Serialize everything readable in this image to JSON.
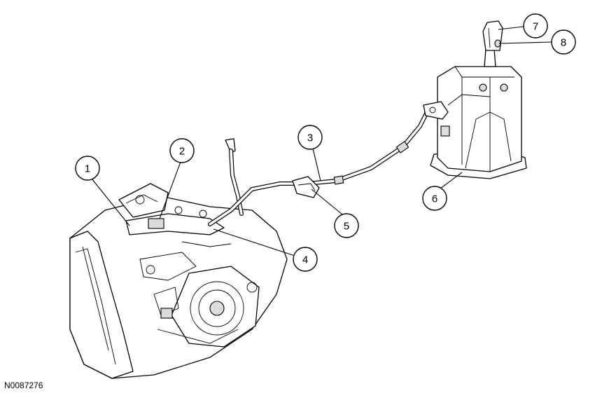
{
  "figure_id": "N0087276",
  "callouts": [
    {
      "label": "1"
    },
    {
      "label": "2"
    },
    {
      "label": "3"
    },
    {
      "label": "4"
    },
    {
      "label": "5"
    },
    {
      "label": "6"
    },
    {
      "label": "7"
    },
    {
      "label": "8"
    }
  ]
}
